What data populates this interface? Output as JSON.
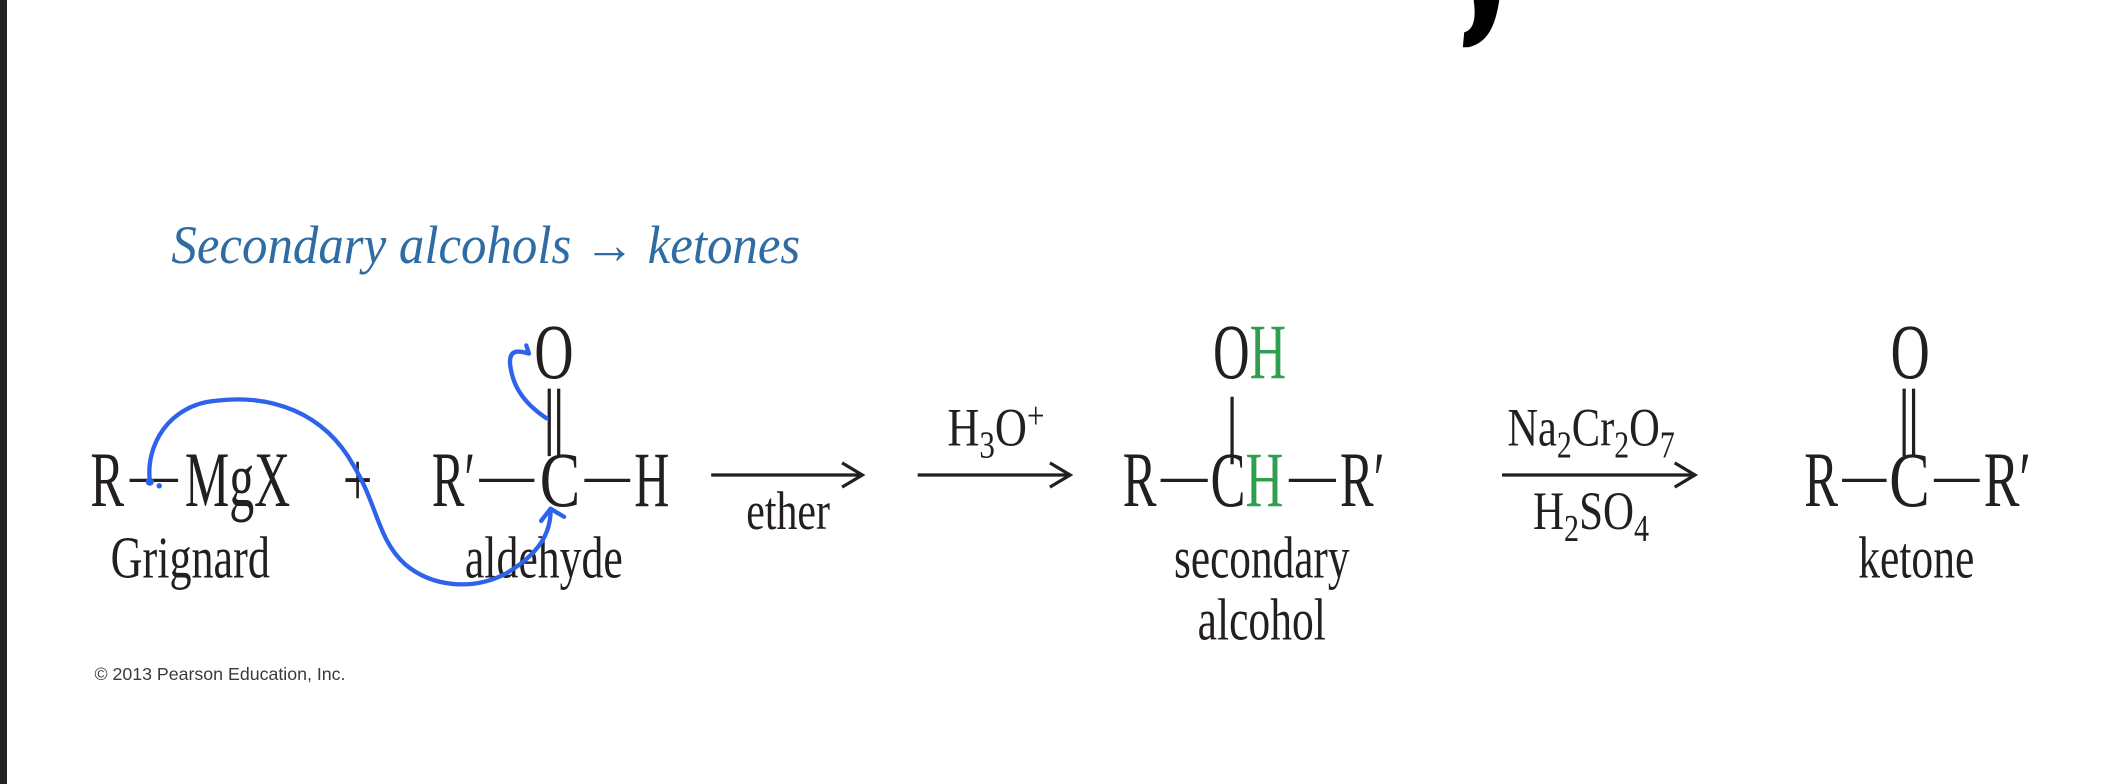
{
  "colors": {
    "title": "#2f6ca3",
    "highlight": "#2e9e4f",
    "annotation_ink": "#2d63ea",
    "text": "#231f20",
    "left_border": "#222222"
  },
  "title": "Secondary alcohols → ketones",
  "reactants": {
    "grignard": {
      "r": "R",
      "mgx": "MgX",
      "label": "Grignard"
    },
    "plus": "+",
    "aldehyde": {
      "r": "R′",
      "c": "C",
      "h": "H",
      "o": "O",
      "label": "aldehyde"
    }
  },
  "step1": {
    "reagent_below": "ether"
  },
  "step2": {
    "reagent_above": {
      "h": "H",
      "sub": "3",
      "o": "O",
      "sup": "+"
    }
  },
  "secondary_alcohol": {
    "r": "R",
    "c": "C",
    "h": "H",
    "r2": "R′",
    "oh_o": "O",
    "oh_h": "H",
    "label_line1": "secondary",
    "label_line2": "alcohol"
  },
  "step3": {
    "reagent_above": {
      "na": "Na",
      "sub1": "2",
      "cr": "Cr",
      "sub2": "2",
      "o": "O",
      "sub3": "7"
    },
    "reagent_below": {
      "h": "H",
      "sub1": "2",
      "so": "SO",
      "sub2": "4"
    }
  },
  "ketone": {
    "r": "R",
    "c": "C",
    "r2": "R′",
    "o": "O",
    "label": "ketone"
  },
  "copyright": "© 2013 Pearson Education, Inc.",
  "annotations": [
    "curved-arrow-r-mg-bond-to-carbonyl-carbon",
    "curved-arrow-c-o-pi-bond-to-oxygen"
  ]
}
